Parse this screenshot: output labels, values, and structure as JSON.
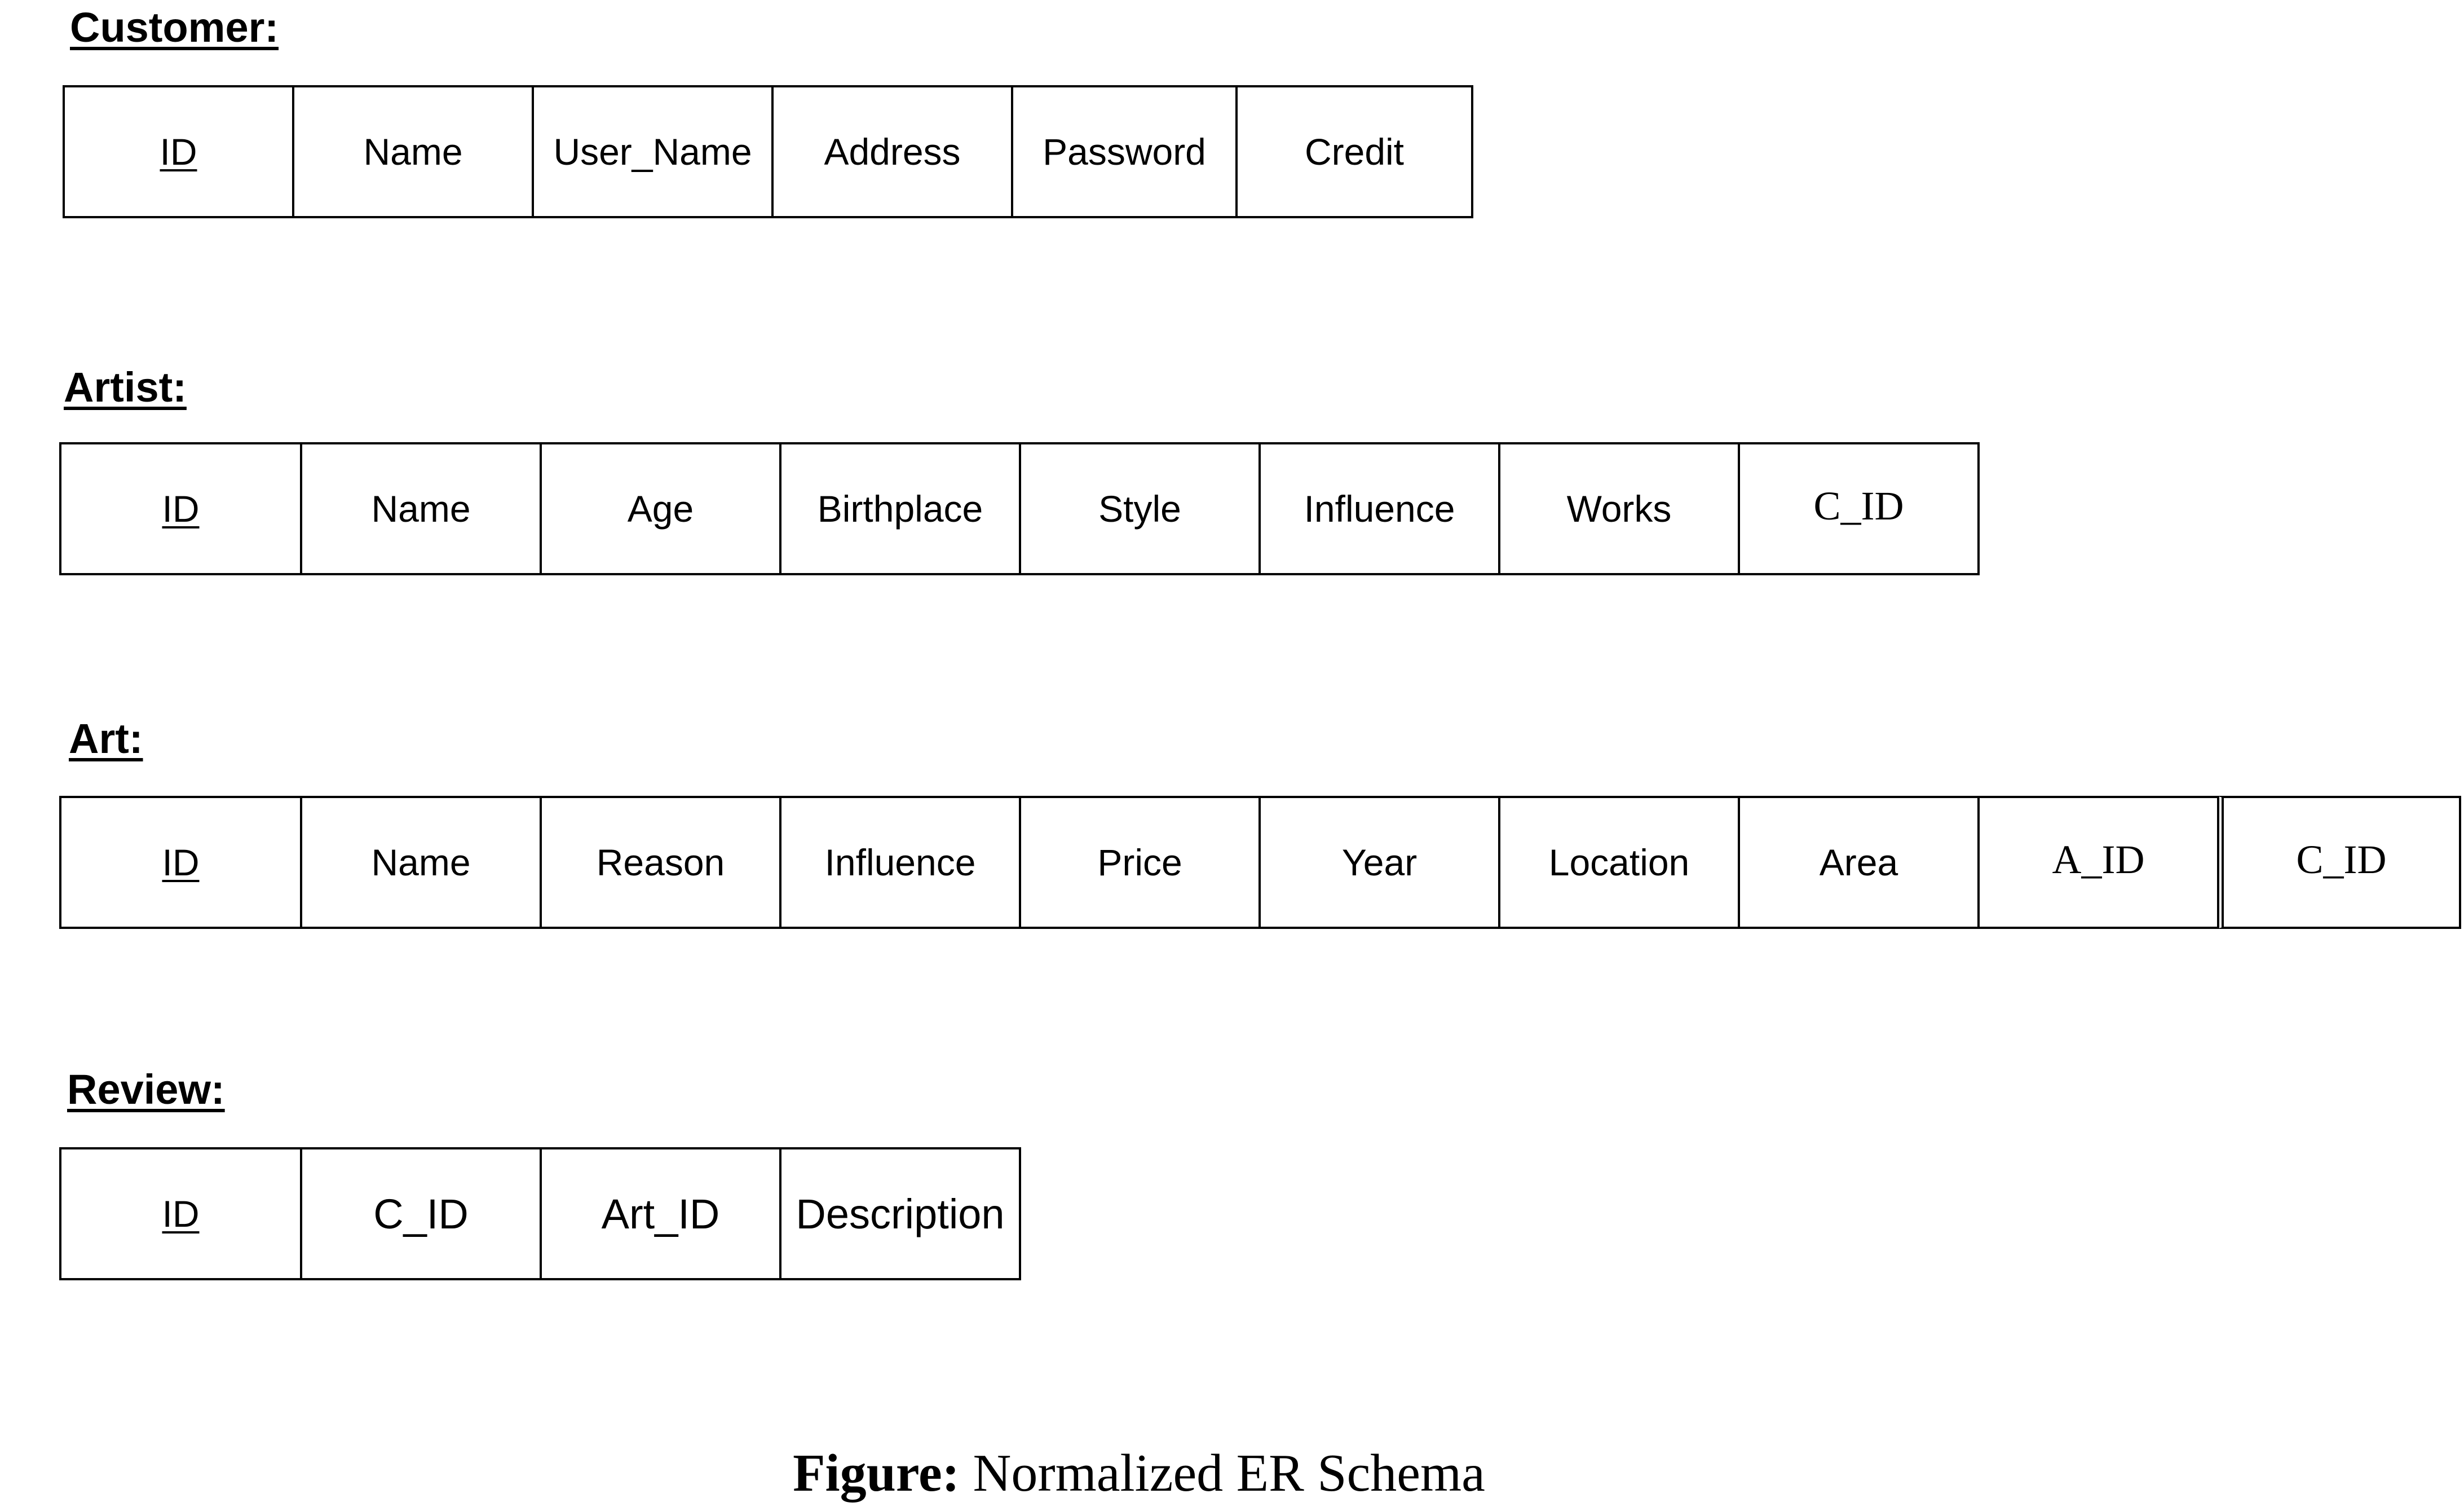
{
  "tables": {
    "customer": {
      "title": "Customer:",
      "columns": [
        "ID",
        "Name",
        "User_Name",
        "Address",
        "Password",
        "Credit"
      ]
    },
    "artist": {
      "title": "Artist:",
      "columns": [
        "ID",
        "Name",
        "Age",
        "Birthplace",
        "Style",
        "Influence",
        "Works",
        "C_ID"
      ]
    },
    "art": {
      "title": "Art:",
      "columns": [
        "ID",
        "Name",
        "Reason",
        "Influence",
        "Price",
        "Year",
        "Location",
        "Area",
        "A_ID",
        "C_ID"
      ]
    },
    "review": {
      "title": "Review:",
      "columns": [
        "ID",
        "C_ID",
        "Art_ID",
        "Description"
      ]
    }
  },
  "caption": {
    "label": "Figure:",
    "text": "Normalized ER Schema"
  }
}
